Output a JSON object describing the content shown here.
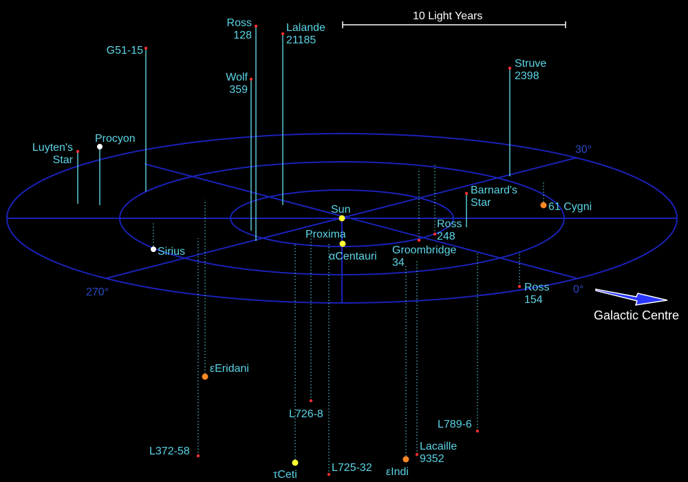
{
  "scale": {
    "label": "10 Light Years"
  },
  "galactic_plane": {
    "rings": 3,
    "degree_labels": {
      "deg_0": "0°",
      "deg_30": "30°",
      "deg_270": "270°"
    }
  },
  "direction": {
    "label": "Galactic Centre",
    "arrow_color": "#2a36ff"
  },
  "colors": {
    "plane": "#1a22b8",
    "label_text": "#5cd6e8",
    "small_star": "#ff3030",
    "yellow_star": "#ffff33",
    "orange_star": "#ff8822",
    "white_star": "#ffffff"
  },
  "stars": [
    {
      "id": "sun",
      "lines": [
        "Sun"
      ],
      "kind": "yellow"
    },
    {
      "id": "proxima",
      "lines": [
        "Proxima"
      ],
      "kind": "none"
    },
    {
      "id": "alpha-centauri",
      "lines": [
        "αCentauri"
      ],
      "kind": "yellow"
    },
    {
      "id": "ross-128",
      "lines": [
        "Ross",
        "128"
      ],
      "kind": "red"
    },
    {
      "id": "lalande-21185",
      "lines": [
        "Lalande",
        "21185"
      ],
      "kind": "red"
    },
    {
      "id": "g51-15",
      "lines": [
        "G51-15"
      ],
      "kind": "red"
    },
    {
      "id": "wolf-359",
      "lines": [
        "Wolf",
        "359"
      ],
      "kind": "red"
    },
    {
      "id": "struve-2398",
      "lines": [
        "Struve",
        "2398"
      ],
      "kind": "red"
    },
    {
      "id": "luytens-star",
      "lines": [
        "Luyten's",
        "Star"
      ],
      "kind": "red"
    },
    {
      "id": "procyon",
      "lines": [
        "Procyon"
      ],
      "kind": "white"
    },
    {
      "id": "sirius",
      "lines": [
        "Sirius"
      ],
      "kind": "white"
    },
    {
      "id": "barnards-star",
      "lines": [
        "Barnard's",
        "Star"
      ],
      "kind": "red"
    },
    {
      "id": "61-cygni",
      "lines": [
        "61 Cygni"
      ],
      "kind": "orange"
    },
    {
      "id": "ross-248",
      "lines": [
        "Ross",
        "248"
      ],
      "kind": "red"
    },
    {
      "id": "groombridge-34",
      "lines": [
        "Groombridge",
        "34"
      ],
      "kind": "red"
    },
    {
      "id": "ross-154",
      "lines": [
        "Ross",
        "154"
      ],
      "kind": "red"
    },
    {
      "id": "epsilon-eridani",
      "lines": [
        "εEridani"
      ],
      "kind": "orange"
    },
    {
      "id": "l726-8",
      "lines": [
        "L726-8"
      ],
      "kind": "red"
    },
    {
      "id": "l789-6",
      "lines": [
        "L789-6"
      ],
      "kind": "red"
    },
    {
      "id": "lacaille-9352",
      "lines": [
        "Lacaille",
        "9352"
      ],
      "kind": "red"
    },
    {
      "id": "l372-58",
      "lines": [
        "L372-58"
      ],
      "kind": "red"
    },
    {
      "id": "tau-ceti",
      "lines": [
        "τCeti"
      ],
      "kind": "yellow"
    },
    {
      "id": "l725-32",
      "lines": [
        "L725-32"
      ],
      "kind": "red"
    },
    {
      "id": "epsilon-indi",
      "lines": [
        "εIndi"
      ],
      "kind": "orange"
    }
  ]
}
